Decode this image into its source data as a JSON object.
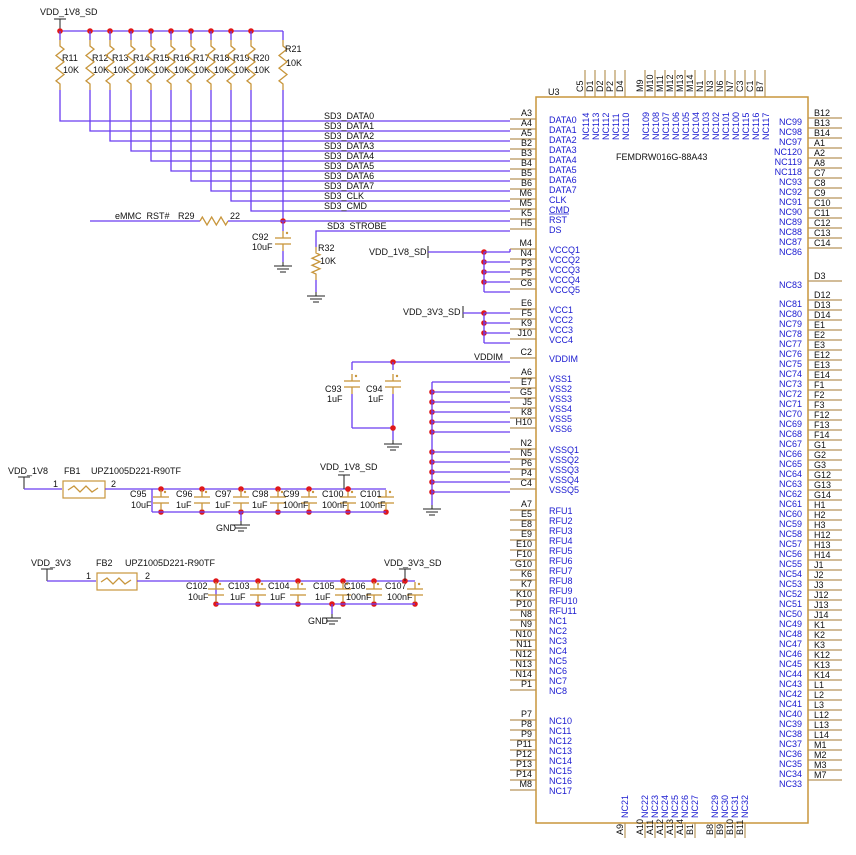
{
  "title": "eMMC U3 schematic",
  "part": {
    "ref": "U3",
    "value": "FEMDRW016G-88A43"
  },
  "power_nets": {
    "vdd_1v8_sd": "VDD_1V8_SD",
    "vdd_3v3_sd": "VDD_3V3_SD",
    "vdd_1v8": "VDD_1V8",
    "vdd_3v3": "VDD_3V3",
    "vddim": "VDDIM",
    "gnd": "GND"
  },
  "pullups": [
    {
      "ref": "R11",
      "value": "10K"
    },
    {
      "ref": "R12",
      "value": "10K"
    },
    {
      "ref": "R13",
      "value": "10K"
    },
    {
      "ref": "R14",
      "value": "10K"
    },
    {
      "ref": "R15",
      "value": "10K"
    },
    {
      "ref": "R16",
      "value": "10K"
    },
    {
      "ref": "R17",
      "value": "10K"
    },
    {
      "ref": "R18",
      "value": "10K"
    },
    {
      "ref": "R19",
      "value": "10K"
    },
    {
      "ref": "R20",
      "value": "10K"
    },
    {
      "ref": "R21",
      "value": "10K"
    }
  ],
  "signal_nets": [
    "SD3_DATA0",
    "SD3_DATA1",
    "SD3_DATA2",
    "SD3_DATA3",
    "SD3_DATA4",
    "SD3_DATA5",
    "SD3_DATA6",
    "SD3_DATA7",
    "SD3_CLK",
    "SD3_CMD"
  ],
  "reset": {
    "net": "eMMC_RST#",
    "ref": "R29",
    "value": "22"
  },
  "strobe": {
    "net": "SD3_STROBE"
  },
  "c92": {
    "ref": "C92",
    "value": "10uF"
  },
  "r32": {
    "ref": "R32",
    "value": "10K"
  },
  "vddim_caps": [
    {
      "ref": "C93",
      "value": "1uF"
    },
    {
      "ref": "C94",
      "value": "1uF"
    }
  ],
  "fb1": {
    "ref": "FB1",
    "part": "UPZ1005D221-R90TF",
    "pin1": "1",
    "pin2": "2"
  },
  "fb2": {
    "ref": "FB2",
    "part": "UPZ1005D221-R90TF",
    "pin1": "1",
    "pin2": "2"
  },
  "caps_1v8": [
    {
      "ref": "C95",
      "value": "10uF"
    },
    {
      "ref": "C96",
      "value": "1uF"
    },
    {
      "ref": "C97",
      "value": "1uF"
    },
    {
      "ref": "C98",
      "value": "1uF"
    },
    {
      "ref": "C99",
      "value": "100nF"
    },
    {
      "ref": "C100",
      "value": "100nF"
    },
    {
      "ref": "C101",
      "value": "100nF"
    }
  ],
  "caps_3v3": [
    {
      "ref": "C102",
      "value": "10uF"
    },
    {
      "ref": "C103",
      "value": "1uF"
    },
    {
      "ref": "C104",
      "value": "1uF"
    },
    {
      "ref": "C105",
      "value": "1uF"
    },
    {
      "ref": "C106",
      "value": "100nF"
    },
    {
      "ref": "C107",
      "value": "100nF"
    }
  ],
  "left_pins": [
    {
      "pin": "A3",
      "name": "DATA0"
    },
    {
      "pin": "A4",
      "name": "DATA1"
    },
    {
      "pin": "A5",
      "name": "DATA2"
    },
    {
      "pin": "B2",
      "name": "DATA3"
    },
    {
      "pin": "B3",
      "name": "DATA4"
    },
    {
      "pin": "B4",
      "name": "DATA5"
    },
    {
      "pin": "B5",
      "name": "DATA6"
    },
    {
      "pin": "B6",
      "name": "DATA7"
    },
    {
      "pin": "M6",
      "name": "CLK"
    },
    {
      "pin": "M5",
      "name": "CMD"
    },
    {
      "pin": "K5",
      "name": "RST"
    },
    {
      "pin": "H5",
      "name": "DS"
    }
  ],
  "vccq_pins": [
    {
      "pin": "M4",
      "name": "VCCQ1"
    },
    {
      "pin": "N4",
      "name": "VCCQ2"
    },
    {
      "pin": "P3",
      "name": "VCCQ3"
    },
    {
      "pin": "P5",
      "name": "VCCQ4"
    },
    {
      "pin": "C6",
      "name": "VCCQ5"
    }
  ],
  "vcc_pins": [
    {
      "pin": "E6",
      "name": "VCC1"
    },
    {
      "pin": "F5",
      "name": "VCC2"
    },
    {
      "pin": "K9",
      "name": "VCC3"
    },
    {
      "pin": "J10",
      "name": "VCC4"
    }
  ],
  "vddim_pin": {
    "pin": "C2",
    "name": "VDDIM"
  },
  "vss_pins": [
    {
      "pin": "A6",
      "name": "VSS1"
    },
    {
      "pin": "E7",
      "name": "VSS2"
    },
    {
      "pin": "G5",
      "name": "VSS3"
    },
    {
      "pin": "J5",
      "name": "VSS4"
    },
    {
      "pin": "K8",
      "name": "VSS5"
    },
    {
      "pin": "H10",
      "name": "VSS6"
    }
  ],
  "vssq_pins": [
    {
      "pin": "N2",
      "name": "VSSQ1"
    },
    {
      "pin": "N5",
      "name": "VSSQ2"
    },
    {
      "pin": "P6",
      "name": "VSSQ3"
    },
    {
      "pin": "P4",
      "name": "VSSQ4"
    },
    {
      "pin": "C4",
      "name": "VSSQ5"
    }
  ],
  "rfu_pins": [
    {
      "pin": "A7",
      "name": "RFU1"
    },
    {
      "pin": "E5",
      "name": "RFU2"
    },
    {
      "pin": "E8",
      "name": "RFU3"
    },
    {
      "pin": "E9",
      "name": "RFU4"
    },
    {
      "pin": "E10",
      "name": "RFU5"
    },
    {
      "pin": "F10",
      "name": "RFU6"
    },
    {
      "pin": "G10",
      "name": "RFU7"
    },
    {
      "pin": "K6",
      "name": "RFU8"
    },
    {
      "pin": "K7",
      "name": "RFU9"
    },
    {
      "pin": "K10",
      "name": "RFU10"
    },
    {
      "pin": "P10",
      "name": "RFU11"
    },
    {
      "pin": "N8",
      "name": "NC1"
    },
    {
      "pin": "N9",
      "name": "NC2"
    },
    {
      "pin": "N10",
      "name": "NC3"
    },
    {
      "pin": "N11",
      "name": "NC4"
    },
    {
      "pin": "N12",
      "name": "NC5"
    },
    {
      "pin": "N13",
      "name": "NC6"
    },
    {
      "pin": "N14",
      "name": "NC7"
    },
    {
      "pin": "P1",
      "name": "NC8"
    }
  ],
  "nc_low_pins": [
    {
      "pin": "P7",
      "name": "NC10"
    },
    {
      "pin": "P8",
      "name": "NC11"
    },
    {
      "pin": "P9",
      "name": "NC12"
    },
    {
      "pin": "P11",
      "name": "NC13"
    },
    {
      "pin": "P12",
      "name": "NC14"
    },
    {
      "pin": "P13",
      "name": "NC15"
    },
    {
      "pin": "P14",
      "name": "NC16"
    },
    {
      "pin": "M8",
      "name": "NC17"
    }
  ],
  "top_pins": [
    {
      "pin": "C5",
      "name": "NC114"
    },
    {
      "pin": "D1",
      "name": "NC113"
    },
    {
      "pin": "D2",
      "name": "NC112"
    },
    {
      "pin": "P2",
      "name": "NC111"
    },
    {
      "pin": "D4",
      "name": "NC110"
    },
    {
      "pin": "M9",
      "name": "NC109"
    },
    {
      "pin": "M10",
      "name": "NC108"
    },
    {
      "pin": "M11",
      "name": "NC107"
    },
    {
      "pin": "M12",
      "name": "NC106"
    },
    {
      "pin": "M13",
      "name": "NC105"
    },
    {
      "pin": "M14",
      "name": "NC104"
    },
    {
      "pin": "N1",
      "name": "NC103"
    },
    {
      "pin": "N3",
      "name": "NC102"
    },
    {
      "pin": "N6",
      "name": "NC101"
    },
    {
      "pin": "N7",
      "name": "NC100"
    },
    {
      "pin": "C3",
      "name": "NC115"
    },
    {
      "pin": "C1",
      "name": "NC116"
    },
    {
      "pin": "B7",
      "name": "NC117"
    }
  ],
  "bottom_pins": [
    {
      "pin": "A9",
      "name": "NC21"
    },
    {
      "pin": "A10",
      "name": "NC22"
    },
    {
      "pin": "A11",
      "name": "NC23"
    },
    {
      "pin": "A12",
      "name": "NC24"
    },
    {
      "pin": "A13",
      "name": "NC25"
    },
    {
      "pin": "A14",
      "name": "NC26"
    },
    {
      "pin": "B1",
      "name": "NC27"
    },
    {
      "pin": "B8",
      "name": "NC29"
    },
    {
      "pin": "B9",
      "name": "NC30"
    },
    {
      "pin": "B10",
      "name": "NC31"
    },
    {
      "pin": "B11",
      "name": "NC32"
    }
  ],
  "right_pins": [
    {
      "pin": "B12",
      "name": "NC99"
    },
    {
      "pin": "B13",
      "name": "NC98"
    },
    {
      "pin": "B14",
      "name": "NC97"
    },
    {
      "pin": "A1",
      "name": "NC120"
    },
    {
      "pin": "A2",
      "name": "NC119"
    },
    {
      "pin": "A8",
      "name": "NC118"
    },
    {
      "pin": "C7",
      "name": "NC93"
    },
    {
      "pin": "C8",
      "name": "NC92"
    },
    {
      "pin": "C9",
      "name": "NC91"
    },
    {
      "pin": "C10",
      "name": "NC90"
    },
    {
      "pin": "C11",
      "name": "NC89"
    },
    {
      "pin": "C12",
      "name": "NC88"
    },
    {
      "pin": "C13",
      "name": "NC87"
    },
    {
      "pin": "C14",
      "name": "NC86"
    },
    {
      "pin": "D3",
      "name": "NC83"
    },
    {
      "pin": "D12",
      "name": "NC81"
    },
    {
      "pin": "D13",
      "name": "NC80"
    },
    {
      "pin": "D14",
      "name": "NC79"
    },
    {
      "pin": "E1",
      "name": "NC78"
    },
    {
      "pin": "E2",
      "name": "NC77"
    },
    {
      "pin": "E3",
      "name": "NC76"
    },
    {
      "pin": "E12",
      "name": "NC75"
    },
    {
      "pin": "E13",
      "name": "NC74"
    },
    {
      "pin": "E14",
      "name": "NC73"
    },
    {
      "pin": "F1",
      "name": "NC72"
    },
    {
      "pin": "F2",
      "name": "NC71"
    },
    {
      "pin": "F3",
      "name": "NC70"
    },
    {
      "pin": "F12",
      "name": "NC69"
    },
    {
      "pin": "F13",
      "name": "NC68"
    },
    {
      "pin": "F14",
      "name": "NC67"
    },
    {
      "pin": "G1",
      "name": "NC66"
    },
    {
      "pin": "G2",
      "name": "NC65"
    },
    {
      "pin": "G3",
      "name": "NC64"
    },
    {
      "pin": "G12",
      "name": "NC63"
    },
    {
      "pin": "G13",
      "name": "NC62"
    },
    {
      "pin": "G14",
      "name": "NC61"
    },
    {
      "pin": "H1",
      "name": "NC60"
    },
    {
      "pin": "H2",
      "name": "NC59"
    },
    {
      "pin": "H3",
      "name": "NC58"
    },
    {
      "pin": "H12",
      "name": "NC57"
    },
    {
      "pin": "H13",
      "name": "NC56"
    },
    {
      "pin": "H14",
      "name": "NC55"
    },
    {
      "pin": "J1",
      "name": "NC54"
    },
    {
      "pin": "J2",
      "name": "NC53"
    },
    {
      "pin": "J3",
      "name": "NC52"
    },
    {
      "pin": "J12",
      "name": "NC51"
    },
    {
      "pin": "J13",
      "name": "NC50"
    },
    {
      "pin": "J14",
      "name": "NC49"
    },
    {
      "pin": "K1",
      "name": "NC48"
    },
    {
      "pin": "K2",
      "name": "NC47"
    },
    {
      "pin": "K3",
      "name": "NC46"
    },
    {
      "pin": "K12",
      "name": "NC45"
    },
    {
      "pin": "K13",
      "name": "NC44"
    },
    {
      "pin": "K14",
      "name": "NC43"
    },
    {
      "pin": "L1",
      "name": "NC42"
    },
    {
      "pin": "L2",
      "name": "NC41"
    },
    {
      "pin": "L3",
      "name": "NC40"
    },
    {
      "pin": "L12",
      "name": "NC39"
    },
    {
      "pin": "L13",
      "name": "NC38"
    },
    {
      "pin": "L14",
      "name": "NC37"
    },
    {
      "pin": "M1",
      "name": "NC36"
    },
    {
      "pin": "M2",
      "name": "NC35"
    },
    {
      "pin": "M3",
      "name": "NC34"
    },
    {
      "pin": "M7",
      "name": "NC33"
    }
  ]
}
